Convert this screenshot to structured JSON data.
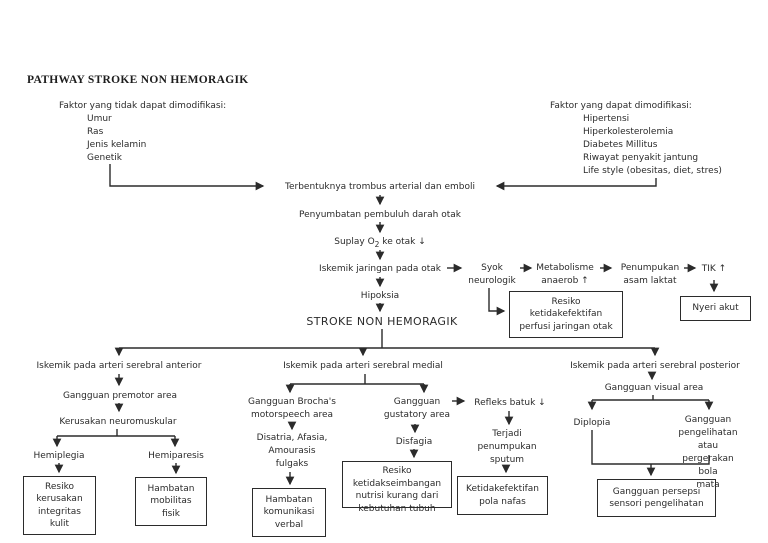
{
  "title": "PATHWAY STROKE NON HEMORAGIK",
  "factors_left": {
    "heading": "Faktor yang tidak dapat dimodifikasi:",
    "items": [
      "Umur",
      "Ras",
      "Jenis kelamin",
      "Genetik"
    ]
  },
  "factors_right": {
    "heading": "Faktor yang dapat dimodifikasi:",
    "items": [
      "Hipertensi",
      "Hiperkolesterolemia",
      "Diabetes Millitus",
      "Riwayat penyakit jantung",
      "Life style (obesitas, diet, stres)"
    ]
  },
  "nodes": {
    "trombus": "Terbentuknya trombus arterial dan emboli",
    "penyumbatan": "Penyumbatan pembuluh darah otak",
    "suplay_pre": "Suplay O",
    "suplay_sub": "2",
    "suplay_post": " ke otak ↓",
    "iskemik_otak": "Iskemik jaringan pada otak",
    "syok": "Syok\nneurologik",
    "metabolisme": "Metabolisme\nanaerob ↑",
    "penumpukan_laktat": "Penumpukan\nasam laktat",
    "tik": "TIK ↑",
    "hipoksia": "Hipoksia",
    "stroke": "STROKE NON HEMORAGIK",
    "anterior": "Iskemik pada arteri serebral anterior",
    "premotor": "Gangguan premotor area",
    "neuromuskular": "Kerusakan neuromuskular",
    "hemiplegia": "Hemiplegia",
    "hemiparesis": "Hemiparesis",
    "medial": "Iskemik pada arteri serebral medial",
    "brocha": "Gangguan Brocha's\nmotorspeech area",
    "disatria": "Disatria, Afasia,\nAmourasis\nfulgaks",
    "gustatory": "Gangguan\ngustatory area",
    "disfagia": "Disfagia",
    "refleks_batuk": "Refleks batuk ↓",
    "sputum": "Terjadi\npenumpukan\nsputum",
    "posterior": "Iskemik pada arteri serebral posterior",
    "visual": "Gangguan visual area",
    "diplopia": "Diplopia",
    "pengelihatan": "Gangguan\npengelihatan atau\npergerakan bola\nmata"
  },
  "boxes": {
    "nyeri_akut": "Nyeri akut",
    "resiko_perfusi": "Resiko\nketidakefektifan\nperfusi jaringan otak",
    "resiko_kulit": "Resiko\nkerusakan\nintegritas\nkulit",
    "hambatan_fisik": "Hambatan\nmobilitas\nfisik",
    "hambatan_komunikasi": "Hambatan\nkomunikasi\nverbal",
    "resiko_nutrisi": "Resiko\nketidakseimbangan\nnutrisi kurang dari\nkebutuhan tubuh",
    "pola_nafas": "Ketidakefektifan\npola nafas",
    "persepsi": "Gangguan persepsi\nsensori pengelihatan"
  },
  "colors": {
    "line": "#2b2b2b",
    "text": "#2b2b2b",
    "background": "#ffffff"
  }
}
